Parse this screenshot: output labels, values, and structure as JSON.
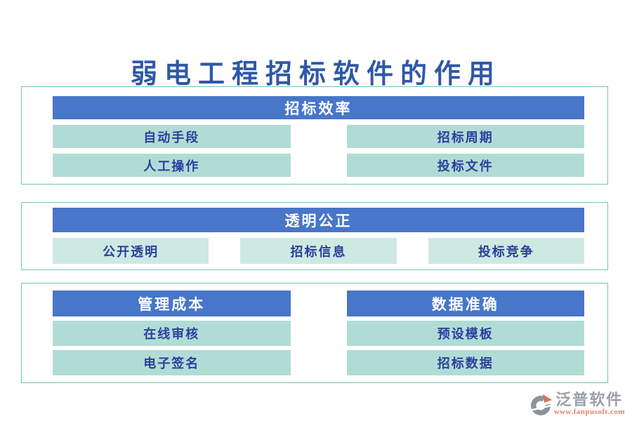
{
  "title": "弱电工程招标软件的作用",
  "sections": [
    {
      "header": "招标效率",
      "items": [
        "自动手段",
        "招标周期",
        "人工操作",
        "投标文件"
      ]
    },
    {
      "header": "透明公正",
      "items": [
        "公开透明",
        "招标信息",
        "投标竞争"
      ]
    },
    {
      "columns": [
        {
          "header": "管理成本",
          "items": [
            "在线审核",
            "电子签名"
          ]
        },
        {
          "header": "数据准确",
          "items": [
            "预设模板",
            "招标数据"
          ]
        }
      ]
    }
  ],
  "footer": {
    "brand": "泛普软件",
    "url": "www.fanpusoft.com"
  },
  "colors": {
    "header_bg": "#4876c8",
    "item_bg": "#b1dcd6",
    "item_bg_light": "#cde9e2",
    "panel_border": "#6ec6b2",
    "title_text": "#2e59a7",
    "item_text": "#2b3f9e",
    "header_text": "#ffffff",
    "brand_text": "#9aa1aa",
    "brand_url": "#e8826b"
  }
}
